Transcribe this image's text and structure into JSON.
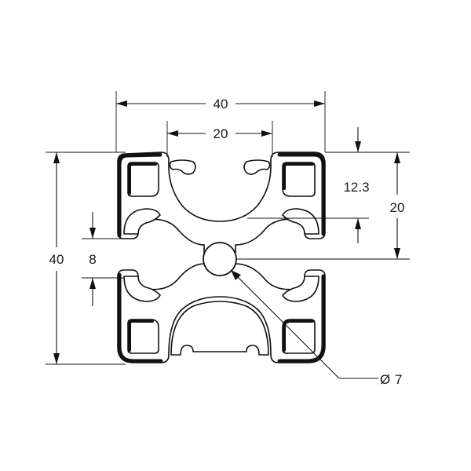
{
  "dimensions": {
    "overall_width": "40",
    "slot_spacing": "20",
    "overall_height": "40",
    "slot_opening": "8",
    "slot_depth": "12.3",
    "center_height": "20",
    "bore_diameter": "7",
    "diameter_symbol": "Ø"
  }
}
